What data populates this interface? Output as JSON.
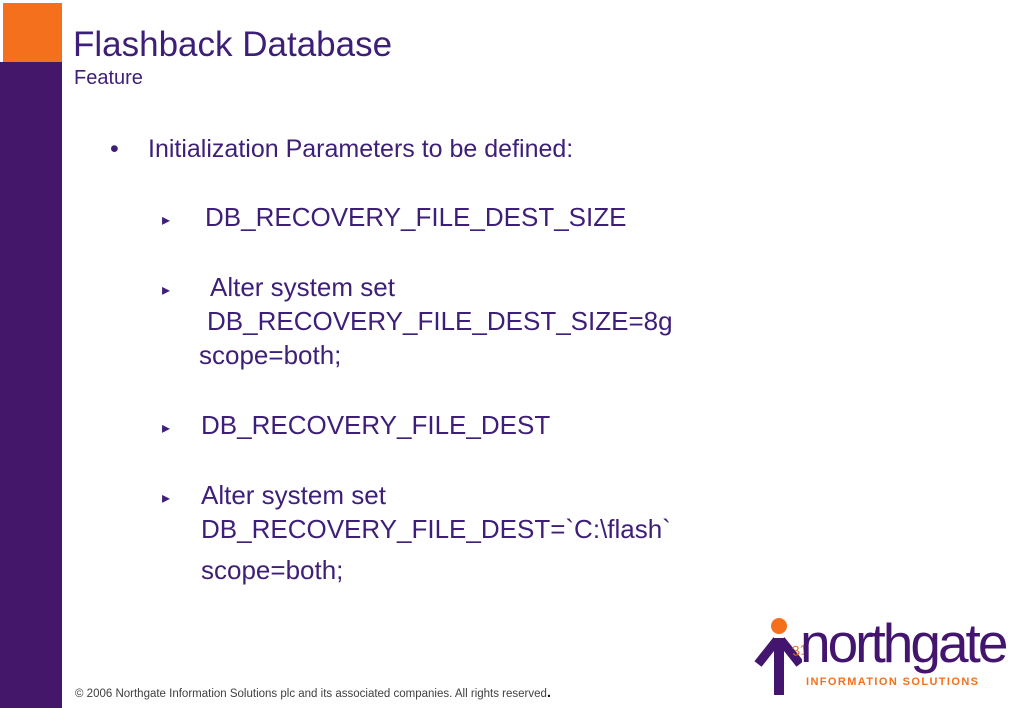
{
  "colors": {
    "accent_orange": "#F4701D",
    "bar_purple": "#45176B",
    "text_purple": "#3E1F78",
    "footer_gray": "#404040"
  },
  "header": {
    "title": "Flashback Database",
    "subtitle": "Feature"
  },
  "content": {
    "bullet_char": "•",
    "sub_bullet_char": "▸",
    "level1": "Initialization Parameters to be defined:",
    "sub_items": [
      {
        "lines": [
          "DB_RECOVERY_FILE_DEST_SIZE"
        ]
      },
      {
        "lines": [
          "Alter system set",
          "DB_RECOVERY_FILE_DEST_SIZE=8g",
          "scope=both;"
        ]
      },
      {
        "lines": [
          "DB_RECOVERY_FILE_DEST"
        ]
      },
      {
        "lines": [
          "Alter system set",
          "DB_RECOVERY_FILE_DEST=`C:\\flash`",
          "scope=both;"
        ]
      }
    ]
  },
  "footer": {
    "copyright": "© 2006 Northgate Information Solutions plc and its associated companies.  All rights reserved",
    "period": "."
  },
  "logo": {
    "wordmark": "northgate",
    "tagline": "INFORMATION SOLUTIONS",
    "slide_number": "31"
  }
}
